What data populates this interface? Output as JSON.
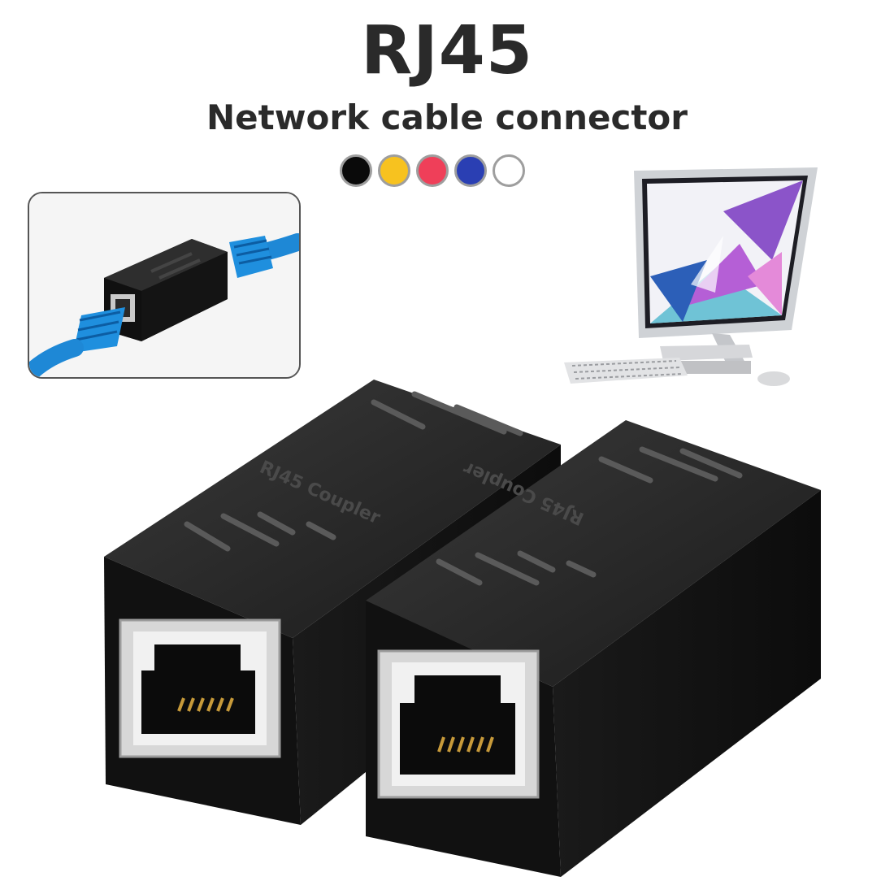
{
  "title": "RJ45",
  "subtitle": "Network cable connector",
  "swatches": [
    {
      "name": "black",
      "color": "#0a0a0a"
    },
    {
      "name": "yellow",
      "color": "#f7c21f"
    },
    {
      "name": "red",
      "color": "#ef3f59"
    },
    {
      "name": "blue",
      "color": "#2a3fb3"
    },
    {
      "name": "white",
      "color": "#ffffff"
    }
  ],
  "connector_label": "RJ45  Coupler",
  "icons": {
    "inset": "cable-coupler-photo-icon",
    "computer": "desktop-computer-icon",
    "couplers": "rj45-coupler-product-icon"
  }
}
